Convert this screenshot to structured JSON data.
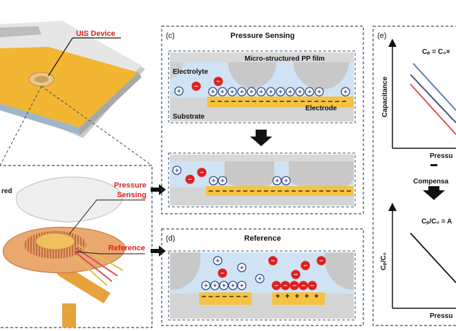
{
  "left": {
    "device_label": "UIS Device",
    "partial_label": "red",
    "pressure_label_line1": "Pressure",
    "pressure_label_line2": "Sensing",
    "reference_label": "Reference"
  },
  "panel_c": {
    "letter": "(c)",
    "title": "Pressure Sensing",
    "film_label": "Micro-structured PP film",
    "electrolyte_label": "Electrolyte",
    "electrode_label": "Electrode",
    "substrate_label": "Substrate"
  },
  "panel_d": {
    "letter": "(d)",
    "title": "Reference"
  },
  "panel_e": {
    "letter": "(e)",
    "equation_top": "Cₚ = C₀×",
    "ylabel_top": "Capacitance",
    "xlabel_top": "Pressu",
    "compensation_label": "Compensa",
    "equation_bottom": "Cₚ/C₀ = A",
    "ylabel_bottom": "Cₚ/C₀",
    "xlabel_bottom": "Pressu"
  },
  "colors": {
    "panel_border": "#2f4a6b",
    "electrolyte": "#cfe3f4",
    "electrode": "#f5c242",
    "substrate": "#d4d4d4",
    "label_red": "#e02020"
  }
}
